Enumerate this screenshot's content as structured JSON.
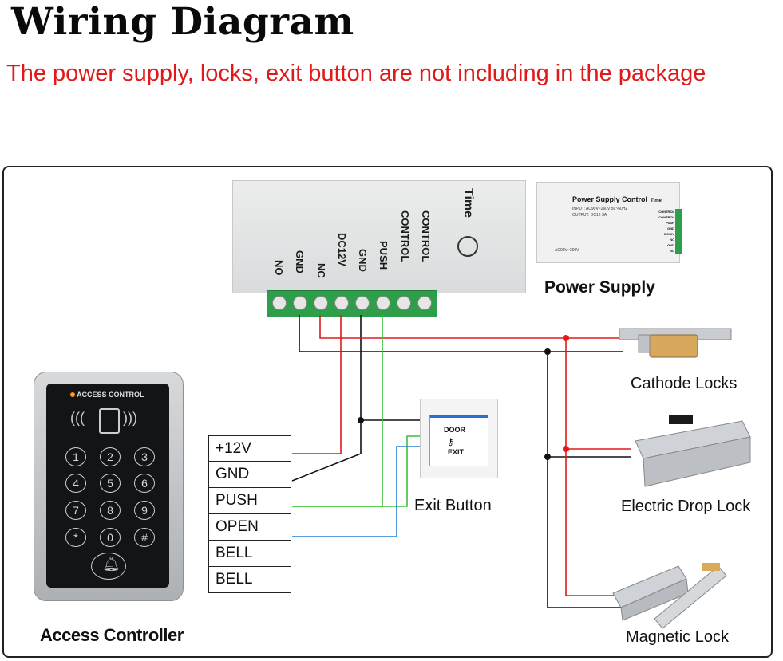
{
  "title": "Wiring Diagram",
  "subtitle": "The power supply, locks, exit button are not including in the package",
  "controller": {
    "brand": "Time",
    "terminals": [
      "NO",
      "GND",
      "NC",
      "DC12V",
      "GND",
      "PUSH",
      "CONTROL",
      "CONTROL"
    ]
  },
  "power_supply": {
    "label": "Power Supply",
    "panel_title": "Power Supply Control",
    "input": "INPUT: AC90V~260V 50~60HZ",
    "output": "OUTPUT: DC12 3A",
    "footer": "AC90V~260V",
    "brand": "Time",
    "terminals": [
      "CONTROL",
      "CONTROL",
      "PUSH",
      "GND",
      "DC12V",
      "NC",
      "GND",
      "NO"
    ]
  },
  "keypad": {
    "header": "ACCESS CONTROL",
    "keys": [
      "1",
      "2",
      "3",
      "4",
      "5",
      "6",
      "7",
      "8",
      "9",
      "*",
      "0",
      "#"
    ]
  },
  "wire_table": [
    "+12V",
    "GND",
    "PUSH",
    "OPEN",
    "BELL",
    "BELL"
  ],
  "exit_button": {
    "door_text": "DOOR",
    "exit_text": "EXIT",
    "label": "Exit Button"
  },
  "labels": {
    "cathode": "Cathode Locks",
    "drop": "Electric Drop Lock",
    "magnetic": "Magnetic Lock",
    "access_controller": "Access Controller"
  },
  "colors": {
    "red_wire": "#e01a1a",
    "black_wire": "#111111",
    "green_wire": "#3cc13c",
    "blue_wire": "#2a7fd4"
  }
}
